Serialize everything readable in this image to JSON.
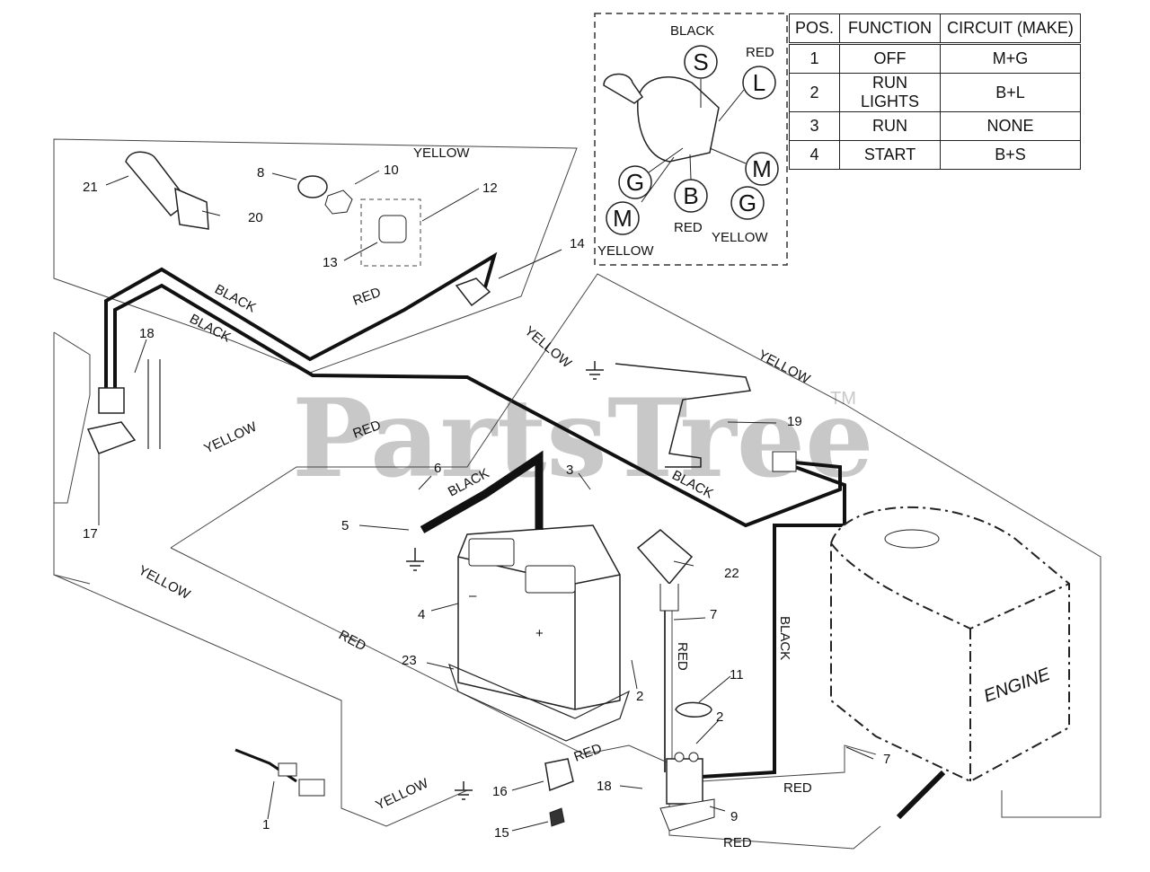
{
  "watermark": {
    "text": "PartsTree",
    "tm": "TM"
  },
  "wire_labels": {
    "yellow": "YELLOW",
    "black": "BLACK",
    "red": "RED"
  },
  "component_labels": {
    "engine": "ENGINE",
    "battery_minus": "–",
    "battery_plus": "+"
  },
  "callouts": [
    "1",
    "2",
    "3",
    "4",
    "5",
    "6",
    "7",
    "8",
    "9",
    "10",
    "11",
    "12",
    "13",
    "14",
    "15",
    "16",
    "17",
    "18",
    "19",
    "20",
    "21",
    "22",
    "23"
  ],
  "ignition_switch": {
    "terminals": [
      "S",
      "L",
      "M",
      "G",
      "B"
    ],
    "wire_colors": {
      "s": "BLACK",
      "l": "RED",
      "b": "RED",
      "m": "YELLOW",
      "g": "YELLOW"
    }
  },
  "legend": {
    "headers": [
      "POS.",
      "FUNCTION",
      "CIRCUIT  (MAKE)"
    ],
    "rows": [
      {
        "pos": "1",
        "function": "OFF",
        "circuit": "M+G"
      },
      {
        "pos": "2",
        "function": "RUN LIGHTS",
        "circuit": "B+L"
      },
      {
        "pos": "3",
        "function": "RUN",
        "circuit": "NONE"
      },
      {
        "pos": "4",
        "function": "START",
        "circuit": "B+S"
      }
    ]
  }
}
